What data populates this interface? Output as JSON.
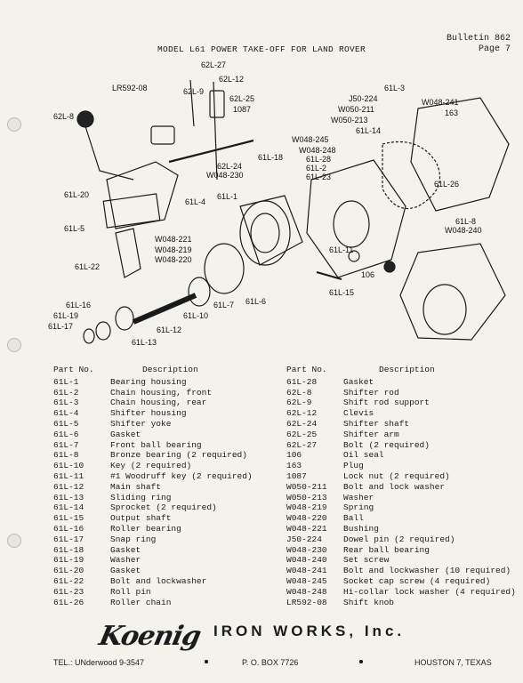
{
  "header": {
    "bulletin": "Bulletin 862",
    "page": "Page 7",
    "title": "MODEL L61 POWER TAKE-OFF FOR LAND ROVER"
  },
  "callouts": [
    "62L-27",
    "62L-12",
    "LR592-08",
    "62L-9",
    "62L-25",
    "1087",
    "62L-8",
    "J50-224",
    "61L-3",
    "W048-241",
    "163",
    "W050-211",
    "W050-213",
    "61L-14",
    "W048-245",
    "W048-248",
    "61L-28",
    "61L-2",
    "61L-23",
    "61L-18",
    "62L-24",
    "W048-230",
    "61L-26",
    "61L-8",
    "W048-240",
    "61L-20",
    "61L-4",
    "61L-1",
    "61L-5",
    "W048-221",
    "W048-219",
    "W048-220",
    "61L-22",
    "61L-11",
    "106",
    "61L-15",
    "61L-16",
    "61L-19",
    "61L-17",
    "61L-12",
    "61L-7",
    "61L-6",
    "61L-10",
    "61L-13"
  ],
  "table": {
    "col_part": "Part No.",
    "col_desc": "Description",
    "left": [
      [
        "61L-1",
        "Bearing housing"
      ],
      [
        "61L-2",
        "Chain housing, front"
      ],
      [
        "61L-3",
        "Chain housing, rear"
      ],
      [
        "61L-4",
        "Shifter housing"
      ],
      [
        "61L-5",
        "Shifter yoke"
      ],
      [
        "61L-6",
        "Gasket"
      ],
      [
        "61L-7",
        "Front ball bearing"
      ],
      [
        "61L-8",
        "Bronze bearing (2 required)"
      ],
      [
        "61L-10",
        "Key (2 required)"
      ],
      [
        "61L-11",
        "#1 Woodruff key (2 required)"
      ],
      [
        "61L-12",
        "Main shaft"
      ],
      [
        "61L-13",
        "Sliding ring"
      ],
      [
        "61L-14",
        "Sprocket (2 required)"
      ],
      [
        "61L-15",
        "Output shaft"
      ],
      [
        "61L-16",
        "Roller bearing"
      ],
      [
        "61L-17",
        "Snap ring"
      ],
      [
        "61L-18",
        "Gasket"
      ],
      [
        "61L-19",
        "Washer"
      ],
      [
        "61L-20",
        "Gasket"
      ],
      [
        "61L-22",
        "Bolt and lockwasher"
      ],
      [
        "61L-23",
        "Roll pin"
      ],
      [
        "61L-26",
        "Roller chain"
      ]
    ],
    "right": [
      [
        "61L-28",
        "Gasket"
      ],
      [
        "62L-8",
        "Shifter rod"
      ],
      [
        "62L-9",
        "Shift rod support"
      ],
      [
        "62L-12",
        "Clevis"
      ],
      [
        "62L-24",
        "Shifter shaft"
      ],
      [
        "62L-25",
        "Shifter arm"
      ],
      [
        "62L-27",
        "Bolt (2 required)"
      ],
      [
        "106",
        "Oil seal"
      ],
      [
        "163",
        "Plug"
      ],
      [
        "1087",
        "Lock nut (2 required)"
      ],
      [
        "W050-211",
        "Bolt and lock washer"
      ],
      [
        "W050-213",
        "Washer"
      ],
      [
        "W048-219",
        "Spring"
      ],
      [
        "W048-220",
        "Ball"
      ],
      [
        "W048-221",
        "Bushing"
      ],
      [
        "J50-224",
        "Dowel pin (2 required)"
      ],
      [
        "W048-230",
        "Rear ball bearing"
      ],
      [
        "W048-240",
        "Set screw"
      ],
      [
        "W048-241",
        "Bolt and lockwasher (10 required)"
      ],
      [
        "W048-245",
        "Socket cap screw (4 required)"
      ],
      [
        "W048-248",
        "Hi-collar lock washer (4 required)"
      ],
      [
        "LR592-08",
        "Shift knob"
      ]
    ]
  },
  "footer": {
    "logo_script": "Koenig",
    "logo_text": "IRON WORKS, Inc.",
    "phone": "TEL.: UNderwood 9-3547",
    "pobox": "P. O. BOX 7726",
    "city": "HOUSTON 7, TEXAS"
  }
}
